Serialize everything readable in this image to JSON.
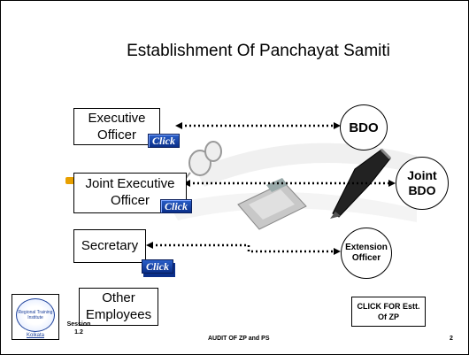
{
  "slide": {
    "title": "Establishment Of Panchayat Samiti",
    "boxes": {
      "executive_officer": "Executive Officer",
      "joint_executive_officer": "Joint Executive Officer",
      "secretary": "Secretary",
      "other_employees": "Other Employees"
    },
    "circles": {
      "bdo": "BDO",
      "joint_bdo": "Joint BDO",
      "extension_officer": "Extension Officer"
    },
    "click_label": "Click",
    "click_for": "CLICK FOR Estt. Of ZP",
    "session": "Session 1.2",
    "footer_title": "AUDIT OF ZP and PS",
    "page_number": "2",
    "logo": {
      "text": "Regional Training Institute",
      "caption": "Kolkata"
    }
  },
  "colors": {
    "click_button": "#1b45b0",
    "logo_blue": "#1b3f9a",
    "new_icon": "#e8a000"
  }
}
